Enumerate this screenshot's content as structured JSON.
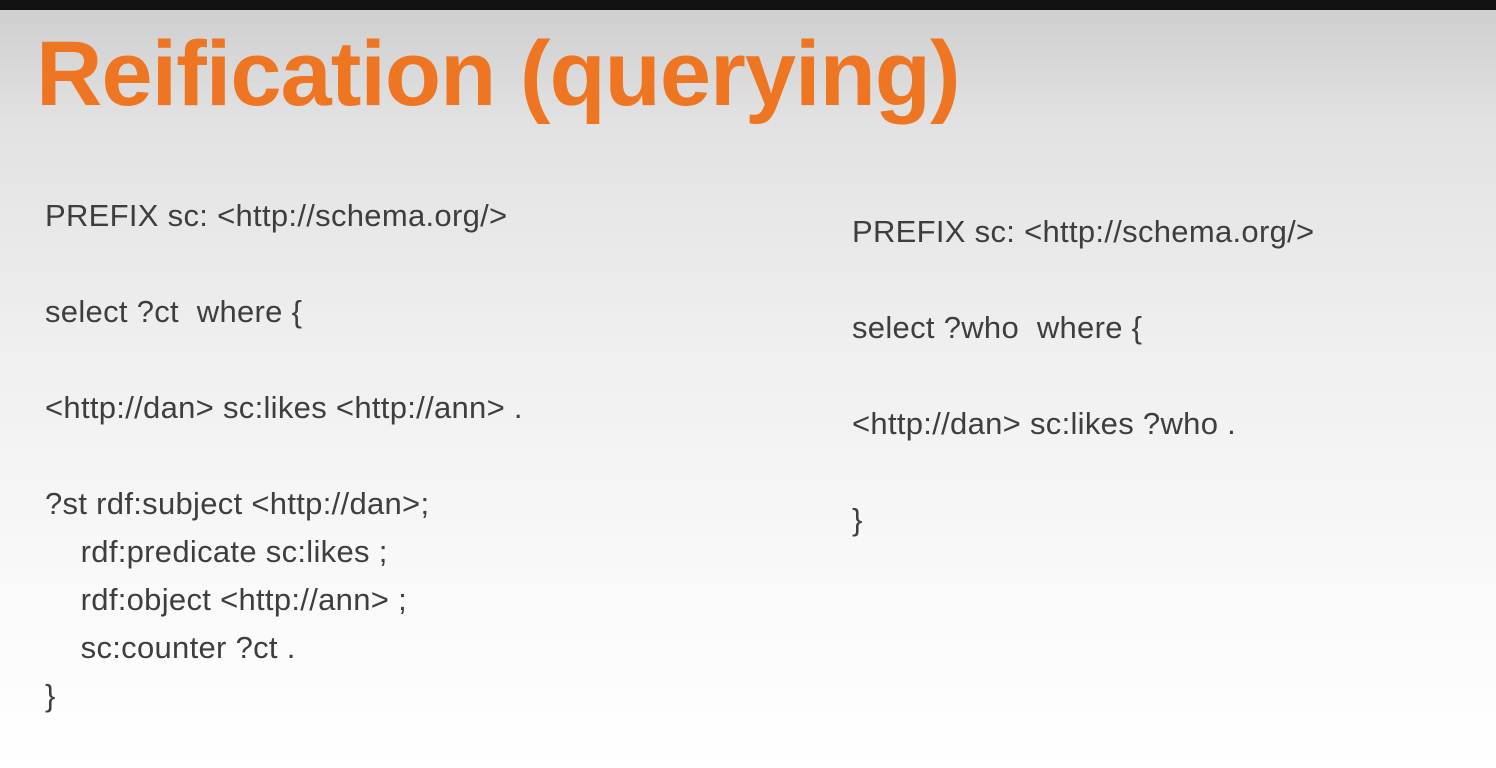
{
  "slide": {
    "title": "Reification (querying)"
  },
  "left_query": {
    "lines": [
      "PREFIX sc: <http://schema.org/>",
      "",
      "select ?ct  where {",
      "",
      "<http://dan> sc:likes <http://ann> .",
      "",
      "?st rdf:subject <http://dan>;",
      "    rdf:predicate sc:likes ;",
      "    rdf:object <http://ann> ;",
      "    sc:counter ?ct .",
      "}"
    ]
  },
  "right_query": {
    "lines": [
      "PREFIX sc: <http://schema.org/>",
      "",
      "select ?who  where {",
      "",
      "<http://dan> sc:likes ?who .",
      "",
      "}"
    ]
  },
  "colors": {
    "title_accent": "#ee7623",
    "body_text": "#3e3e3e",
    "top_bar": "#121212",
    "background_top": "#cdcdcd",
    "background_bottom": "#ffffff"
  }
}
